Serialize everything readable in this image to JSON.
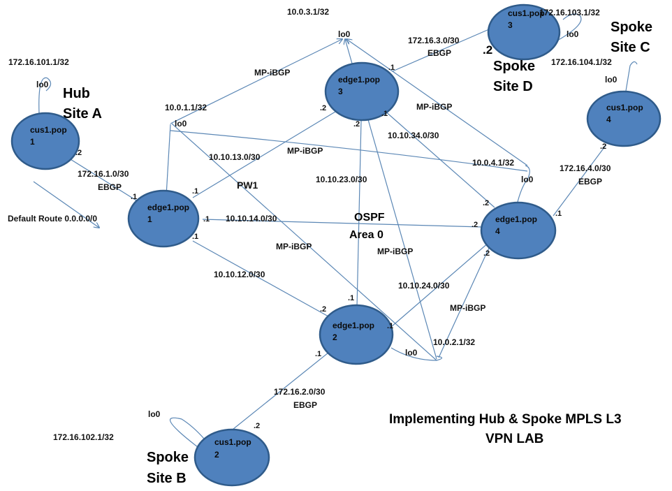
{
  "colors": {
    "node_fill": "#4f81bd",
    "node_stroke": "#2f5b8a",
    "link": "#5b87b5"
  },
  "title": {
    "line1": "Implementing Hub & Spoke MPLS L3",
    "line2": "VPN LAB"
  },
  "ospf": {
    "line1": "OSPF",
    "line2": "Area 0"
  },
  "nodes": {
    "cus1_pop1": {
      "line1": "cus1.pop",
      "line2": "1",
      "site1": "Hub",
      "site2": "Site A",
      "loopback": "172.16.101.1/32",
      "lo": "lo0"
    },
    "cus1_pop2": {
      "line1": "cus1.pop",
      "line2": "2",
      "site1": "Spoke",
      "site2": "Site B",
      "loopback": "172.16.102.1/32",
      "lo": "lo0"
    },
    "cus1_pop3": {
      "line1": "cus1.pop",
      "line2": "3",
      "site1": "Spoke",
      "site2": "Site D",
      "loopback": "172.16.103.1/32",
      "lo": "lo0"
    },
    "cus1_pop4": {
      "line1": "cus1.pop",
      "line2": "4",
      "site1": "Spoke",
      "site2": "Site C",
      "loopback": "172.16.104.1/32",
      "lo": "lo0"
    },
    "edge1_pop1": {
      "line1": "edge1.pop",
      "line2": "1",
      "loopback": "10.0.1.1/32",
      "lo": "lo0"
    },
    "edge1_pop2": {
      "line1": "edge1.pop",
      "line2": "2",
      "loopback": "10.0.2.1/32",
      "lo": "lo0"
    },
    "edge1_pop3": {
      "line1": "edge1.pop",
      "line2": "3",
      "loopback": "10.0.3.1/32",
      "lo": "lo0"
    },
    "edge1_pop4": {
      "line1": "edge1.pop",
      "line2": "4",
      "loopback": "10.0.4.1/32",
      "lo": "lo0"
    }
  },
  "subnets": {
    "e1_e3": "10.10.13.0/30",
    "e1_e4": "10.10.14.0/30",
    "e1_e2": "10.10.12.0/30",
    "e2_e3": "10.10.23.0/30",
    "e2_e4": "10.10.24.0/30",
    "e3_e4": "10.10.34.0/30",
    "c1_e1": "172.16.1.0/30",
    "c2_e2": "172.16.2.0/30",
    "c3_e3": "172.16.3.0/30",
    "c4_e4": "172.16.4.0/30"
  },
  "protocols": {
    "ebgp": "EBGP",
    "mpibgp": "MP-iBGP",
    "pw": "PW1",
    "default_route": "Default Route 0.0.0.0/0"
  },
  "ifaces": {
    "dot1": ".1",
    "dot2": ".2"
  }
}
